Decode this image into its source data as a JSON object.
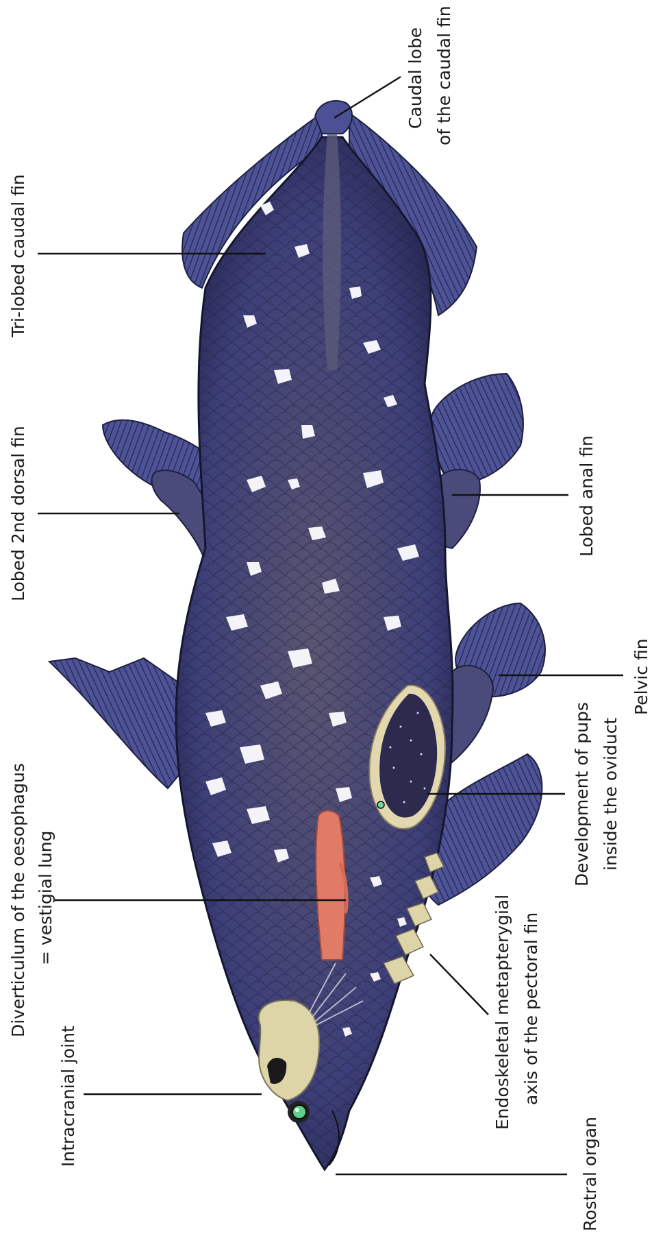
{
  "labels": {
    "caudal_lobe_1": "Caudal lobe",
    "caudal_lobe_2": "of the caudal fin",
    "tri_lobed_caudal_fin": "Tri-lobed caudal fin",
    "lobed_2nd_dorsal_fin": "Lobed 2nd dorsal fin",
    "lobed_anal_fin": "Lobed anal fin",
    "pelvic_fin": "Pelvic fin",
    "pups_1": "Development of pups",
    "pups_2": "inside the oviduct",
    "diverticulum_1": "Diverticulum of the oesophagus",
    "diverticulum_2": "= vestigial lung",
    "endoskeletal_1": "Endoskeletal metapterygial",
    "endoskeletal_2": "axis of the pectoral fin",
    "intracranial_joint": "Intracranial joint",
    "rostral_organ": "Rostral organ"
  },
  "colors": {
    "body": "#3d3f78",
    "body_dark": "#23244a",
    "fin": "#4a4f92",
    "skull": "#dcd3a6",
    "lung": "#e07b68",
    "eye": "#5fd08a",
    "spots": "#ffffff"
  }
}
